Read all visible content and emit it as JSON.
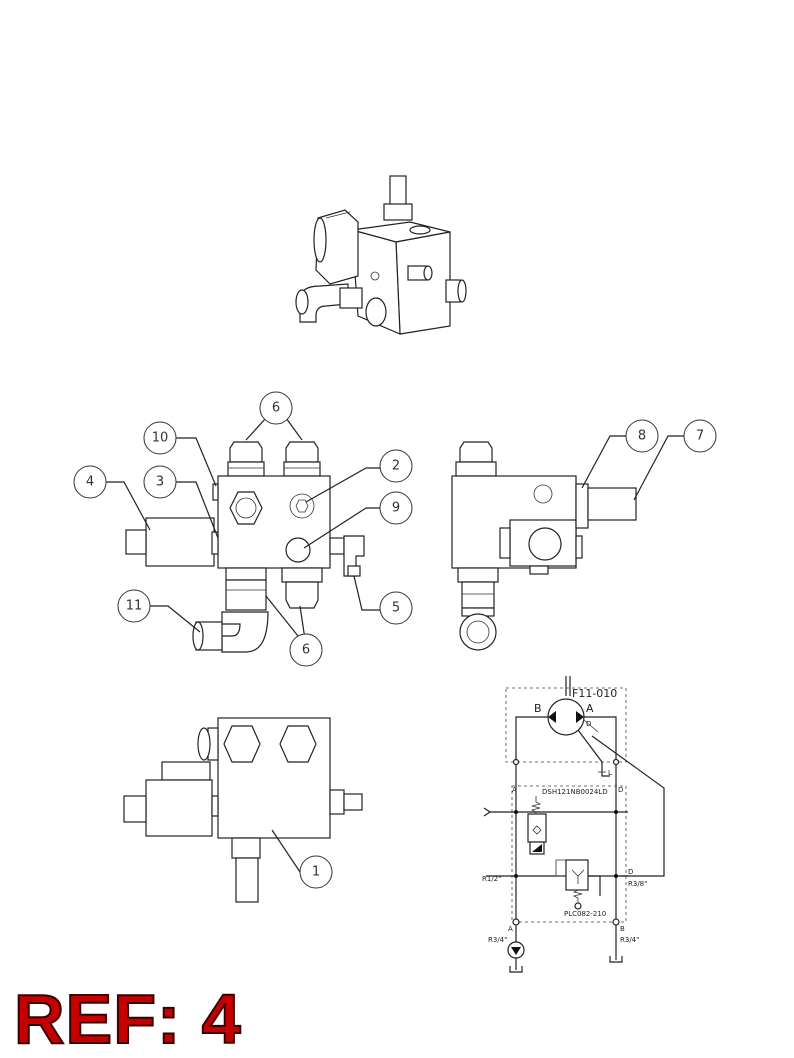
{
  "callouts": [
    {
      "id": "c6top",
      "label": "6"
    },
    {
      "id": "c10",
      "label": "10"
    },
    {
      "id": "c2",
      "label": "2"
    },
    {
      "id": "c4",
      "label": "4"
    },
    {
      "id": "c3",
      "label": "3"
    },
    {
      "id": "c9",
      "label": "9"
    },
    {
      "id": "c11",
      "label": "11"
    },
    {
      "id": "c5",
      "label": "5"
    },
    {
      "id": "c6bot",
      "label": "6"
    },
    {
      "id": "c8",
      "label": "8"
    },
    {
      "id": "c7",
      "label": "7"
    },
    {
      "id": "c1",
      "label": "1"
    }
  ],
  "schematic": {
    "motor_label": "F11-010",
    "port_b": "B",
    "port_a": "A",
    "port_d_motor": "D",
    "port_l": "L",
    "top_left_port": "A",
    "top_right_port": "D",
    "valve1_code": "DSH121NB0024LD",
    "valve2_code": "PLC082-210",
    "inlet_r12": "R1/2\"",
    "right_d": "D",
    "right_r38": "R3/8\"",
    "bottom_a": "A",
    "bottom_a_size": "R3/4\"",
    "bottom_b": "B",
    "bottom_b_size": "R3/4\""
  },
  "ref_label": "REF: 4"
}
